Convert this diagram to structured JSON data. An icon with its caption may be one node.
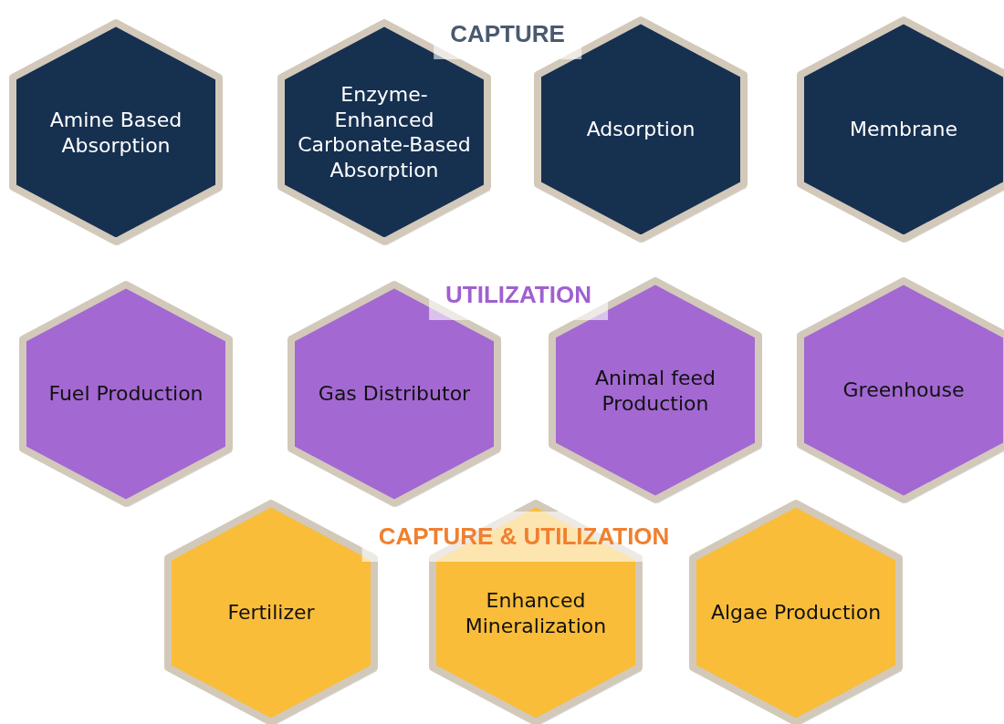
{
  "diagram": {
    "nodes": [
      {
        "text": [
          "Amine Based Absorption"
        ]
      },
      {
        "text": [
          "Enzyme-Enhanced Carbonate-Based Absorption"
        ]
      },
      {
        "text": [
          "Adsorption"
        ]
      },
      {
        "text": [
          "Membrane"
        ]
      },
      {
        "text": [
          "Fuel Production"
        ]
      },
      {
        "text": [
          "Gas Distributor"
        ]
      },
      {
        "text": [
          "Animal feed Production"
        ]
      },
      {
        "text": [
          "Greenhouse"
        ]
      },
      {
        "text": [
          "Fertilizer"
        ]
      },
      {
        "text": [
          "Enhanced Mineralization"
        ]
      },
      {
        "text": [
          "Algae Production"
        ]
      }
    ],
    "labels": [
      "CAPTURE",
      "UTILIZATION",
      "CAPTURE & UTILIZATION"
    ]
  }
}
